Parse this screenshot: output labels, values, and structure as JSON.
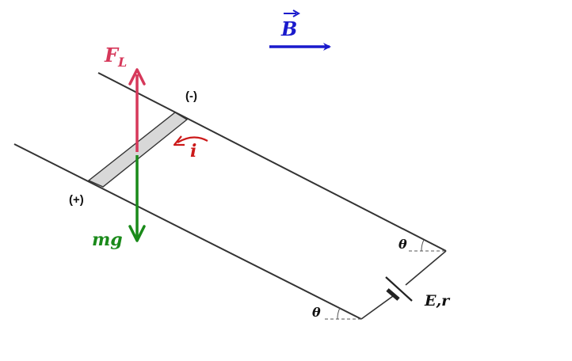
{
  "labels": {
    "b_field": "B",
    "force_lorentz": "F",
    "force_lorentz_sub": "L",
    "negative_terminal": "(-)",
    "positive_terminal": "(+)",
    "current": "i",
    "weight": "mg",
    "angle_top": "θ",
    "angle_bottom": "θ",
    "source": "E,r"
  },
  "colors": {
    "b_field": "#1a1acc",
    "force_lorentz": "#d6385a",
    "weight": "#1a8a1a",
    "current": "#cc1a1a",
    "rails": "#333333",
    "rod_fill": "#d8d8d8"
  }
}
